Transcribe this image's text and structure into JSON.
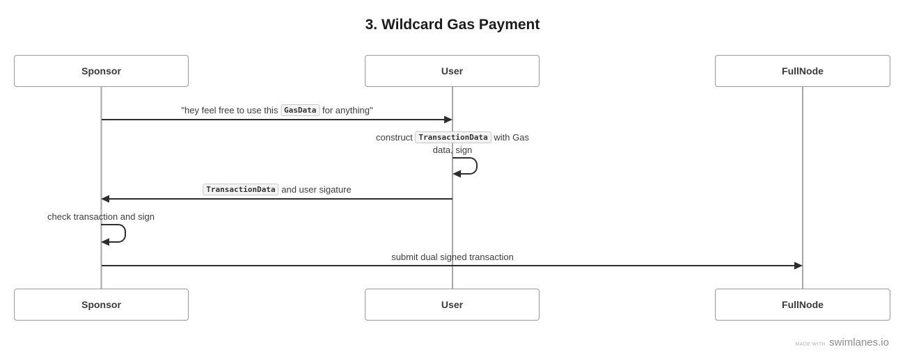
{
  "title": "3. Wildcard Gas Payment",
  "actors": {
    "sponsor": "Sponsor",
    "user": "User",
    "fullnode": "FullNode"
  },
  "messages": {
    "gas_offer": {
      "pre": "\"hey feel free to use this ",
      "code": "GasData",
      "post": " for anything\""
    },
    "construct_tx": {
      "pre": "construct ",
      "code": "TransactionData",
      "post": " with Gas",
      "line2": "data, sign"
    },
    "return_tx": {
      "pre": "",
      "code": "TransactionData",
      "post": " and user sigature"
    },
    "check_sign": {
      "text": "check transaction and sign"
    },
    "submit_tx": {
      "text": "submit dual signed transaction"
    }
  },
  "watermark": {
    "made_with": "made with",
    "brand": "swimlanes.io"
  },
  "colors": {
    "arrow": "#2e2e2e",
    "lifeline": "#a6a6a6",
    "box_border": "#999999",
    "chip_bg": "#f4f4f4",
    "chip_border": "#c9c9c9"
  }
}
